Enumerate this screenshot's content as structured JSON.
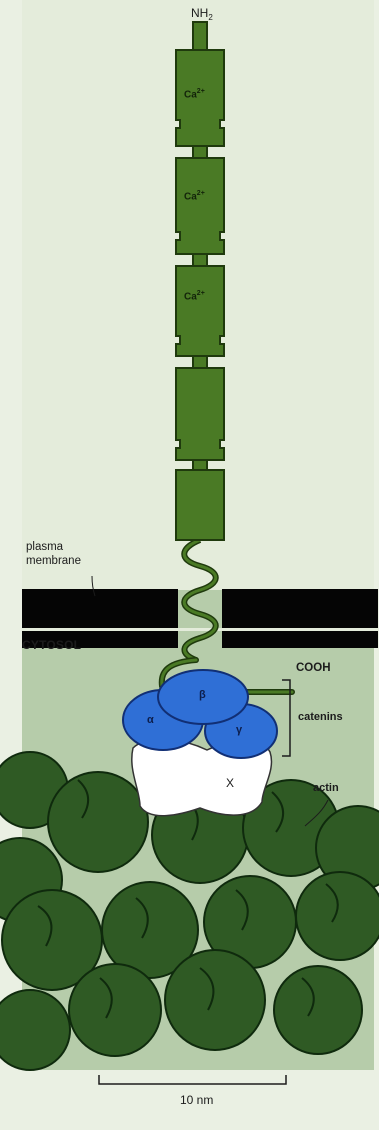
{
  "labels": {
    "nh2": "NH",
    "nh2_sub": "2",
    "ca_base": "Ca",
    "ca_sup": "2+",
    "plasma_membrane_line1": "plasma",
    "plasma_membrane_line2": "membrane",
    "cytosol": "CYTOSOL",
    "cooh": "COOH",
    "catenins": "catenins",
    "alpha": "α",
    "beta": "β",
    "gamma": "γ",
    "x": "X",
    "actin": "actin",
    "scale": "10 nm"
  },
  "colors": {
    "page_background": "#eaf0e3",
    "extracellular": "#e4ecdb",
    "cytosol": "#b6ccaa",
    "membrane": "#050505",
    "cadherin": "#4a7a25",
    "cadherin_outline": "#1f3a0d",
    "catenin_blue": "#2f6fd6",
    "catenin_outline": "#112f75",
    "protein_x": "#ffffff",
    "actin": "#2f5a24",
    "actin_outline": "#0f2a0d"
  }
}
